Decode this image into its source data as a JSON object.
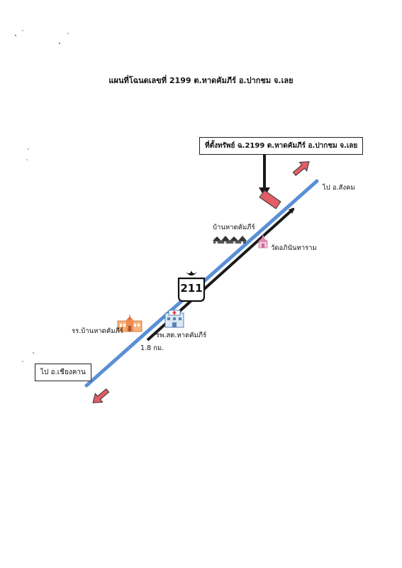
{
  "title": "แผนที่โฉนดเลขที่ 2199 ต.หาดคัมภีร์ อ.ปากชม จ.เลย",
  "location_box": "ที่ตั้งทรัพย์ ฉ.2199 ต.หาดคัมภีร์ อ.ปากชม จ.เลย",
  "to_sangkhom": "ไป อ.สังคม",
  "to_chiangkhan": "ไป อ.เชียงคาน",
  "village": "บ้านหาดคัมภีร์",
  "temple": "วัดอภินันทาราม",
  "school": "รร.บ้านหาดคัมภีร์",
  "hospital": "รพ.สต.หาดคัมภีร์",
  "distance": "1.8 กม.",
  "highway_number": "211",
  "colors": {
    "road": "#5a8fd6",
    "direction_arrow": "#e25d66",
    "parcel": "#e25d66",
    "route_line": "#1a1a1a"
  },
  "icons": [
    "house-icon",
    "temple-icon",
    "school-icon",
    "hospital-icon",
    "highway-shield-icon"
  ]
}
